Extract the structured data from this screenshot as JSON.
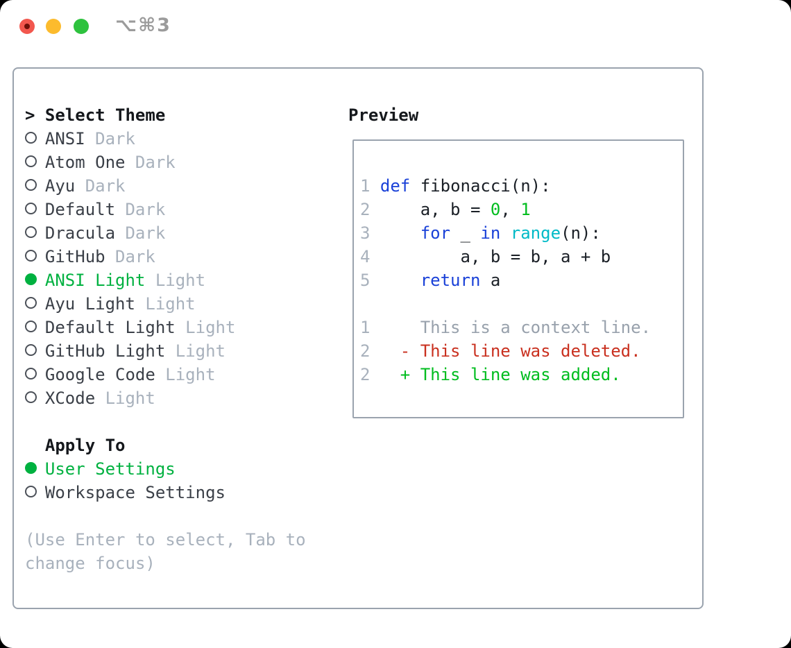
{
  "window": {
    "title_shortcut": "⌥⌘3"
  },
  "colors": {
    "traffic-red": "#f2574e",
    "traffic-red-dot": "#6e0f08",
    "traffic-yellow": "#fcbb2d",
    "traffic-green": "#2ec23e",
    "border": "#9aa3ae",
    "header": "#15181c",
    "text": "#3a3f47",
    "muted": "#a8b1bc",
    "accent-green": "#00b140",
    "code-text": "#1a1f26",
    "code-keyword": "#1a41d8",
    "code-number": "#00bd1f",
    "code-function": "#00bac7",
    "diff-context": "#98a1ac",
    "diff-deleted": "#c9301f",
    "diff-added": "#00bd1f"
  },
  "theme_panel": {
    "prompt": ">",
    "header": "Select Theme",
    "themes": [
      {
        "name": "ANSI",
        "variant": "Dark",
        "selected": false
      },
      {
        "name": "Atom One",
        "variant": "Dark",
        "selected": false
      },
      {
        "name": "Ayu",
        "variant": "Dark",
        "selected": false
      },
      {
        "name": "Default",
        "variant": "Dark",
        "selected": false
      },
      {
        "name": "Dracula",
        "variant": "Dark",
        "selected": false
      },
      {
        "name": "GitHub",
        "variant": "Dark",
        "selected": false
      },
      {
        "name": "ANSI Light",
        "variant": "Light",
        "selected": true
      },
      {
        "name": "Ayu Light",
        "variant": "Light",
        "selected": false
      },
      {
        "name": "Default Light",
        "variant": "Light",
        "selected": false
      },
      {
        "name": "GitHub Light",
        "variant": "Light",
        "selected": false
      },
      {
        "name": "Google Code",
        "variant": "Light",
        "selected": false
      },
      {
        "name": "XCode",
        "variant": "Light",
        "selected": false
      }
    ],
    "apply_to": {
      "header": "Apply To",
      "options": [
        {
          "label": "User Settings",
          "selected": true
        },
        {
          "label": "Workspace Settings",
          "selected": false
        }
      ]
    },
    "help_lines": [
      "(Use Enter to select, Tab to",
      "change focus)"
    ]
  },
  "preview": {
    "header": "Preview",
    "code_lines": [
      {
        "segs": [
          {
            "t": "1 ",
            "c": "ln"
          },
          {
            "t": "def",
            "c": "kw"
          },
          {
            "t": " fibonacci(n):",
            "c": "tx"
          }
        ]
      },
      {
        "segs": [
          {
            "t": "2 ",
            "c": "ln"
          },
          {
            "t": "    a, b = ",
            "c": "tx"
          },
          {
            "t": "0",
            "c": "num"
          },
          {
            "t": ", ",
            "c": "tx"
          },
          {
            "t": "1",
            "c": "num"
          }
        ]
      },
      {
        "segs": [
          {
            "t": "3 ",
            "c": "ln"
          },
          {
            "t": "    ",
            "c": "tx"
          },
          {
            "t": "for",
            "c": "kw"
          },
          {
            "t": " _ ",
            "c": "tx"
          },
          {
            "t": "in",
            "c": "kw"
          },
          {
            "t": " ",
            "c": "tx"
          },
          {
            "t": "range",
            "c": "fn"
          },
          {
            "t": "(n):",
            "c": "tx"
          }
        ]
      },
      {
        "segs": [
          {
            "t": "4 ",
            "c": "ln"
          },
          {
            "t": "        a, b = b, a + b",
            "c": "tx"
          }
        ]
      },
      {
        "segs": [
          {
            "t": "5 ",
            "c": "ln"
          },
          {
            "t": "    ",
            "c": "tx"
          },
          {
            "t": "return",
            "c": "kw"
          },
          {
            "t": " a",
            "c": "tx"
          }
        ]
      }
    ],
    "diff_lines": [
      {
        "segs": [
          {
            "t": "1",
            "c": "ln"
          },
          {
            "t": "     This is a context line.",
            "c": "ctx"
          }
        ]
      },
      {
        "segs": [
          {
            "t": "2",
            "c": "ln"
          },
          {
            "t": "   - This line was deleted.",
            "c": "del"
          }
        ]
      },
      {
        "segs": [
          {
            "t": "2",
            "c": "ln"
          },
          {
            "t": "   + This line was added.",
            "c": "add"
          }
        ]
      }
    ]
  }
}
